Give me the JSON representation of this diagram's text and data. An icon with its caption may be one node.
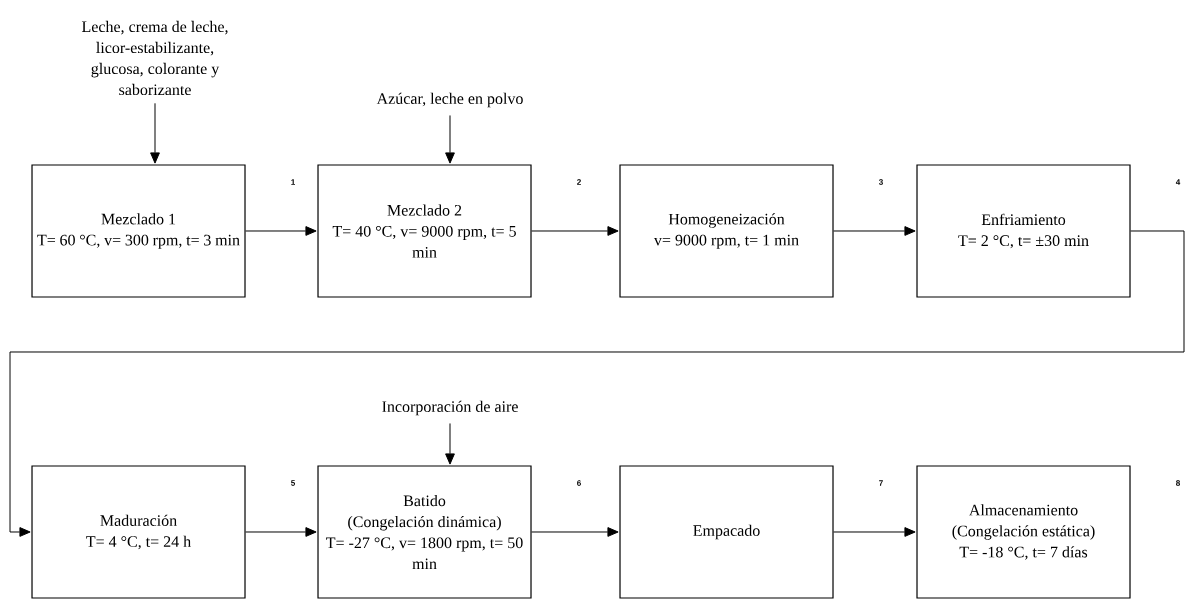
{
  "diagram": {
    "nodes": [
      {
        "text": [
          "Leche, crema de leche, licor-estabilizante, glucosa, colorante y saborizante"
        ]
      },
      {
        "text": [
          "Azúcar, leche en polvo"
        ]
      },
      {
        "text": [
          "Mezclado 1",
          "T= 60 °C, v= 300 rpm, t= 3 min"
        ]
      },
      {
        "text": [
          "Mezclado 2",
          "T= 40 °C, v= 9000 rpm, t= 5 min"
        ]
      },
      {
        "text": [
          "Homogeneización",
          "v= 9000 rpm, t= 1 min"
        ]
      },
      {
        "text": [
          "Enfriamiento",
          "T= 2 °C, t= ±30 min"
        ]
      },
      {
        "text": [
          "Incorporación de aire"
        ]
      },
      {
        "text": [
          "Maduración",
          "T= 4 °C, t= 24 h"
        ]
      },
      {
        "text": [
          "Batido",
          "(Congelación dinámica)",
          "T= -27 °C, v= 1800 rpm, t= 50 min"
        ]
      },
      {
        "text": [
          "Empacado"
        ]
      },
      {
        "text": [
          "Almacenamiento",
          "(Congelación estática)",
          "T= -18 °C, t= 7 días"
        ]
      }
    ],
    "labels": [
      "1",
      "2",
      "3",
      "4",
      "5",
      "6",
      "7",
      "8"
    ],
    "edges": [
      {
        "from": 0,
        "to": 2,
        "arrow": "to"
      },
      {
        "from": 1,
        "to": 3,
        "arrow": "to"
      },
      {
        "from": 2,
        "to": 3,
        "arrow": "to"
      },
      {
        "from": 3,
        "to": 4,
        "arrow": "to"
      },
      {
        "from": 4,
        "to": 5,
        "arrow": "to"
      },
      {
        "from": 5,
        "to": 7,
        "arrow": "to"
      },
      {
        "from": 6,
        "to": 8,
        "arrow": "to"
      },
      {
        "from": 7,
        "to": 8,
        "arrow": "to"
      },
      {
        "from": 8,
        "to": 9,
        "arrow": "to"
      },
      {
        "from": 9,
        "to": 10,
        "arrow": "to"
      }
    ]
  }
}
